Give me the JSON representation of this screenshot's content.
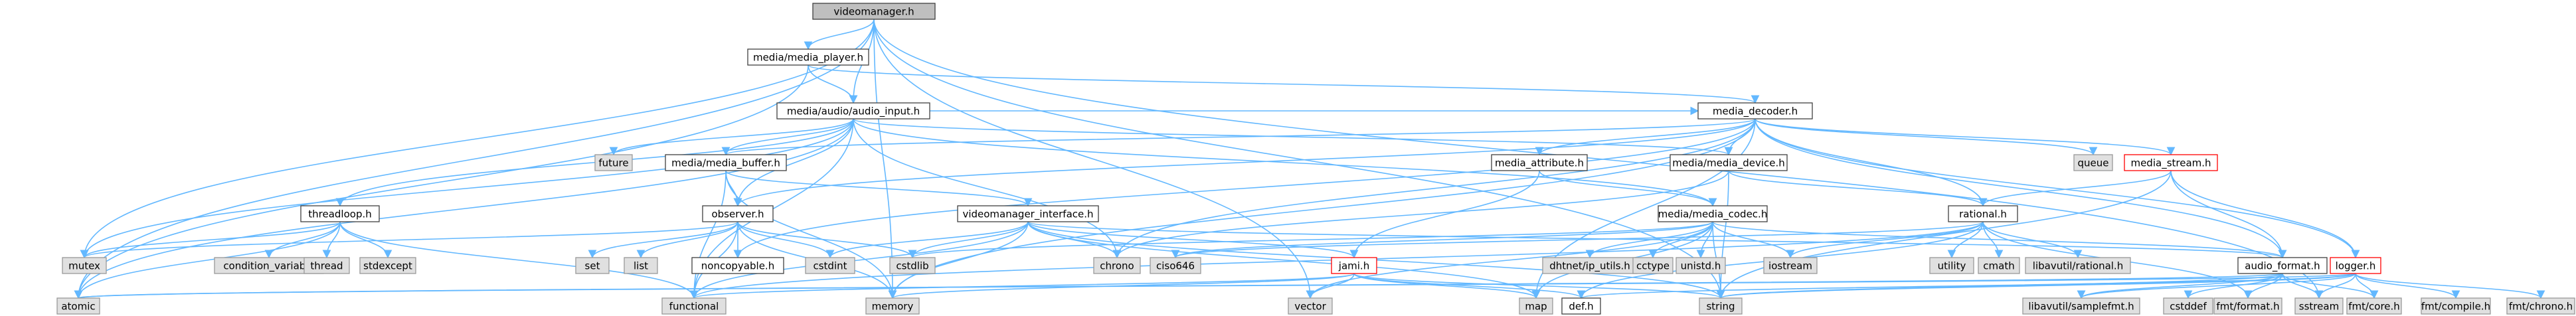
{
  "graph": {
    "root": "videomanager.h",
    "nodes": [
      {
        "id": "n0",
        "label": "videomanager.h",
        "style": "src"
      },
      {
        "id": "n1",
        "label": "media/media_player.h",
        "style": "hdr"
      },
      {
        "id": "n2",
        "label": "media/audio/audio_input.h",
        "style": "hdr"
      },
      {
        "id": "n3",
        "label": "media_decoder.h",
        "style": "hdr"
      },
      {
        "id": "n4",
        "label": "future",
        "style": "ext"
      },
      {
        "id": "n5",
        "label": "media/media_buffer.h",
        "style": "hdr"
      },
      {
        "id": "n6",
        "label": "media_attribute.h",
        "style": "hdr"
      },
      {
        "id": "n7",
        "label": "media/media_device.h",
        "style": "hdr"
      },
      {
        "id": "n8",
        "label": "queue",
        "style": "ext"
      },
      {
        "id": "n9",
        "label": "media_stream.h",
        "style": "hdr-red"
      },
      {
        "id": "n10",
        "label": "threadloop.h",
        "style": "hdr"
      },
      {
        "id": "n11",
        "label": "observer.h",
        "style": "hdr"
      },
      {
        "id": "n12",
        "label": "videomanager_interface.h",
        "style": "hdr"
      },
      {
        "id": "n13",
        "label": "media/media_codec.h",
        "style": "hdr"
      },
      {
        "id": "n14",
        "label": "rational.h",
        "style": "hdr"
      },
      {
        "id": "n15",
        "label": "mutex",
        "style": "ext"
      },
      {
        "id": "n16",
        "label": "condition_variable",
        "style": "ext"
      },
      {
        "id": "n17",
        "label": "thread",
        "style": "ext"
      },
      {
        "id": "n18",
        "label": "stdexcept",
        "style": "ext"
      },
      {
        "id": "n19",
        "label": "set",
        "style": "ext"
      },
      {
        "id": "n20",
        "label": "list",
        "style": "ext"
      },
      {
        "id": "n21",
        "label": "noncopyable.h",
        "style": "hdr"
      },
      {
        "id": "n22",
        "label": "cstdint",
        "style": "ext"
      },
      {
        "id": "n23",
        "label": "cstdlib",
        "style": "ext"
      },
      {
        "id": "n24",
        "label": "chrono",
        "style": "ext"
      },
      {
        "id": "n25",
        "label": "ciso646",
        "style": "ext"
      },
      {
        "id": "n26",
        "label": "jami.h",
        "style": "hdr-red"
      },
      {
        "id": "n27",
        "label": "dhtnet/ip_utils.h",
        "style": "ext"
      },
      {
        "id": "n28",
        "label": "cctype",
        "style": "ext"
      },
      {
        "id": "n29",
        "label": "unistd.h",
        "style": "ext"
      },
      {
        "id": "n30",
        "label": "iostream",
        "style": "ext"
      },
      {
        "id": "n31",
        "label": "utility",
        "style": "ext"
      },
      {
        "id": "n32",
        "label": "cmath",
        "style": "ext"
      },
      {
        "id": "n33",
        "label": "libavutil/rational.h",
        "style": "ext"
      },
      {
        "id": "n34",
        "label": "audio_format.h",
        "style": "hdr"
      },
      {
        "id": "n35",
        "label": "logger.h",
        "style": "hdr-red"
      },
      {
        "id": "n36",
        "label": "atomic",
        "style": "ext"
      },
      {
        "id": "n37",
        "label": "functional",
        "style": "ext"
      },
      {
        "id": "n38",
        "label": "memory",
        "style": "ext"
      },
      {
        "id": "n39",
        "label": "vector",
        "style": "ext"
      },
      {
        "id": "n40",
        "label": "map",
        "style": "ext"
      },
      {
        "id": "n41",
        "label": "def.h",
        "style": "hdr"
      },
      {
        "id": "n42",
        "label": "string",
        "style": "ext"
      },
      {
        "id": "n43",
        "label": "libavutil/samplefmt.h",
        "style": "ext"
      },
      {
        "id": "n44",
        "label": "cstddef",
        "style": "ext"
      },
      {
        "id": "n45",
        "label": "fmt/format.h",
        "style": "ext"
      },
      {
        "id": "n46",
        "label": "sstream",
        "style": "ext"
      },
      {
        "id": "n47",
        "label": "fmt/core.h",
        "style": "ext"
      },
      {
        "id": "n48",
        "label": "fmt/compile.h",
        "style": "ext"
      },
      {
        "id": "n49",
        "label": "fmt/chrono.h",
        "style": "ext"
      }
    ],
    "edges": [
      [
        "n0",
        "n1"
      ],
      [
        "n0",
        "n2"
      ],
      [
        "n0",
        "n15"
      ],
      [
        "n0",
        "n38"
      ],
      [
        "n0",
        "n39"
      ],
      [
        "n0",
        "n36"
      ],
      [
        "n0",
        "n42"
      ],
      [
        "n0",
        "n46"
      ],
      [
        "n1",
        "n2"
      ],
      [
        "n1",
        "n3"
      ],
      [
        "n1",
        "n36"
      ],
      [
        "n2",
        "n3"
      ],
      [
        "n2",
        "n4"
      ],
      [
        "n2",
        "n5"
      ],
      [
        "n2",
        "n7"
      ],
      [
        "n2",
        "n10"
      ],
      [
        "n2",
        "n11"
      ],
      [
        "n2",
        "n13"
      ],
      [
        "n2",
        "n15"
      ],
      [
        "n2",
        "n24"
      ],
      [
        "n2",
        "n36"
      ],
      [
        "n2",
        "n37"
      ],
      [
        "n3",
        "n5"
      ],
      [
        "n3",
        "n6"
      ],
      [
        "n3",
        "n7"
      ],
      [
        "n3",
        "n8"
      ],
      [
        "n3",
        "n9"
      ],
      [
        "n3",
        "n11"
      ],
      [
        "n3",
        "n14"
      ],
      [
        "n3",
        "n21"
      ],
      [
        "n3",
        "n24"
      ],
      [
        "n3",
        "n34"
      ],
      [
        "n3",
        "n35"
      ],
      [
        "n3",
        "n38"
      ],
      [
        "n3",
        "n40"
      ],
      [
        "n5",
        "n11"
      ],
      [
        "n5",
        "n12"
      ],
      [
        "n5",
        "n37"
      ],
      [
        "n5",
        "n38"
      ],
      [
        "n6",
        "n13"
      ],
      [
        "n6",
        "n26"
      ],
      [
        "n7",
        "n14"
      ],
      [
        "n7",
        "n24"
      ],
      [
        "n7",
        "n42"
      ],
      [
        "n9",
        "n14"
      ],
      [
        "n9",
        "n34"
      ],
      [
        "n9",
        "n35"
      ],
      [
        "n9",
        "n42"
      ],
      [
        "n10",
        "n15"
      ],
      [
        "n10",
        "n16"
      ],
      [
        "n10",
        "n17"
      ],
      [
        "n10",
        "n18"
      ],
      [
        "n10",
        "n36"
      ],
      [
        "n10",
        "n37"
      ],
      [
        "n11",
        "n15"
      ],
      [
        "n11",
        "n19"
      ],
      [
        "n11",
        "n20"
      ],
      [
        "n11",
        "n21"
      ],
      [
        "n11",
        "n22"
      ],
      [
        "n11",
        "n23"
      ],
      [
        "n11",
        "n37"
      ],
      [
        "n11",
        "n38"
      ],
      [
        "n12",
        "n22"
      ],
      [
        "n12",
        "n23"
      ],
      [
        "n12",
        "n24"
      ],
      [
        "n12",
        "n26"
      ],
      [
        "n12",
        "n34"
      ],
      [
        "n12",
        "n37"
      ],
      [
        "n12",
        "n38"
      ],
      [
        "n12",
        "n40"
      ],
      [
        "n12",
        "n42"
      ],
      [
        "n13",
        "n23"
      ],
      [
        "n13",
        "n25"
      ],
      [
        "n13",
        "n27"
      ],
      [
        "n13",
        "n28"
      ],
      [
        "n13",
        "n29"
      ],
      [
        "n13",
        "n30"
      ],
      [
        "n13",
        "n34"
      ],
      [
        "n13",
        "n39"
      ],
      [
        "n13",
        "n40"
      ],
      [
        "n13",
        "n42"
      ],
      [
        "n14",
        "n25"
      ],
      [
        "n14",
        "n30"
      ],
      [
        "n14",
        "n31"
      ],
      [
        "n14",
        "n32"
      ],
      [
        "n14",
        "n33"
      ],
      [
        "n14",
        "n45"
      ],
      [
        "n14",
        "n37"
      ],
      [
        "n14",
        "n41"
      ],
      [
        "n26",
        "n37"
      ],
      [
        "n26",
        "n38"
      ],
      [
        "n26",
        "n39"
      ],
      [
        "n26",
        "n40"
      ],
      [
        "n26",
        "n41"
      ],
      [
        "n26",
        "n42"
      ],
      [
        "n34",
        "n36"
      ],
      [
        "n34",
        "n42"
      ],
      [
        "n34",
        "n43"
      ],
      [
        "n34",
        "n44"
      ],
      [
        "n34",
        "n45"
      ],
      [
        "n34",
        "n46"
      ],
      [
        "n34",
        "n47"
      ],
      [
        "n35",
        "n36"
      ],
      [
        "n35",
        "n41"
      ],
      [
        "n35",
        "n42"
      ],
      [
        "n35",
        "n46"
      ],
      [
        "n35",
        "n47"
      ],
      [
        "n35",
        "n48"
      ],
      [
        "n35",
        "n49"
      ],
      [
        "n35",
        "n43"
      ]
    ]
  }
}
